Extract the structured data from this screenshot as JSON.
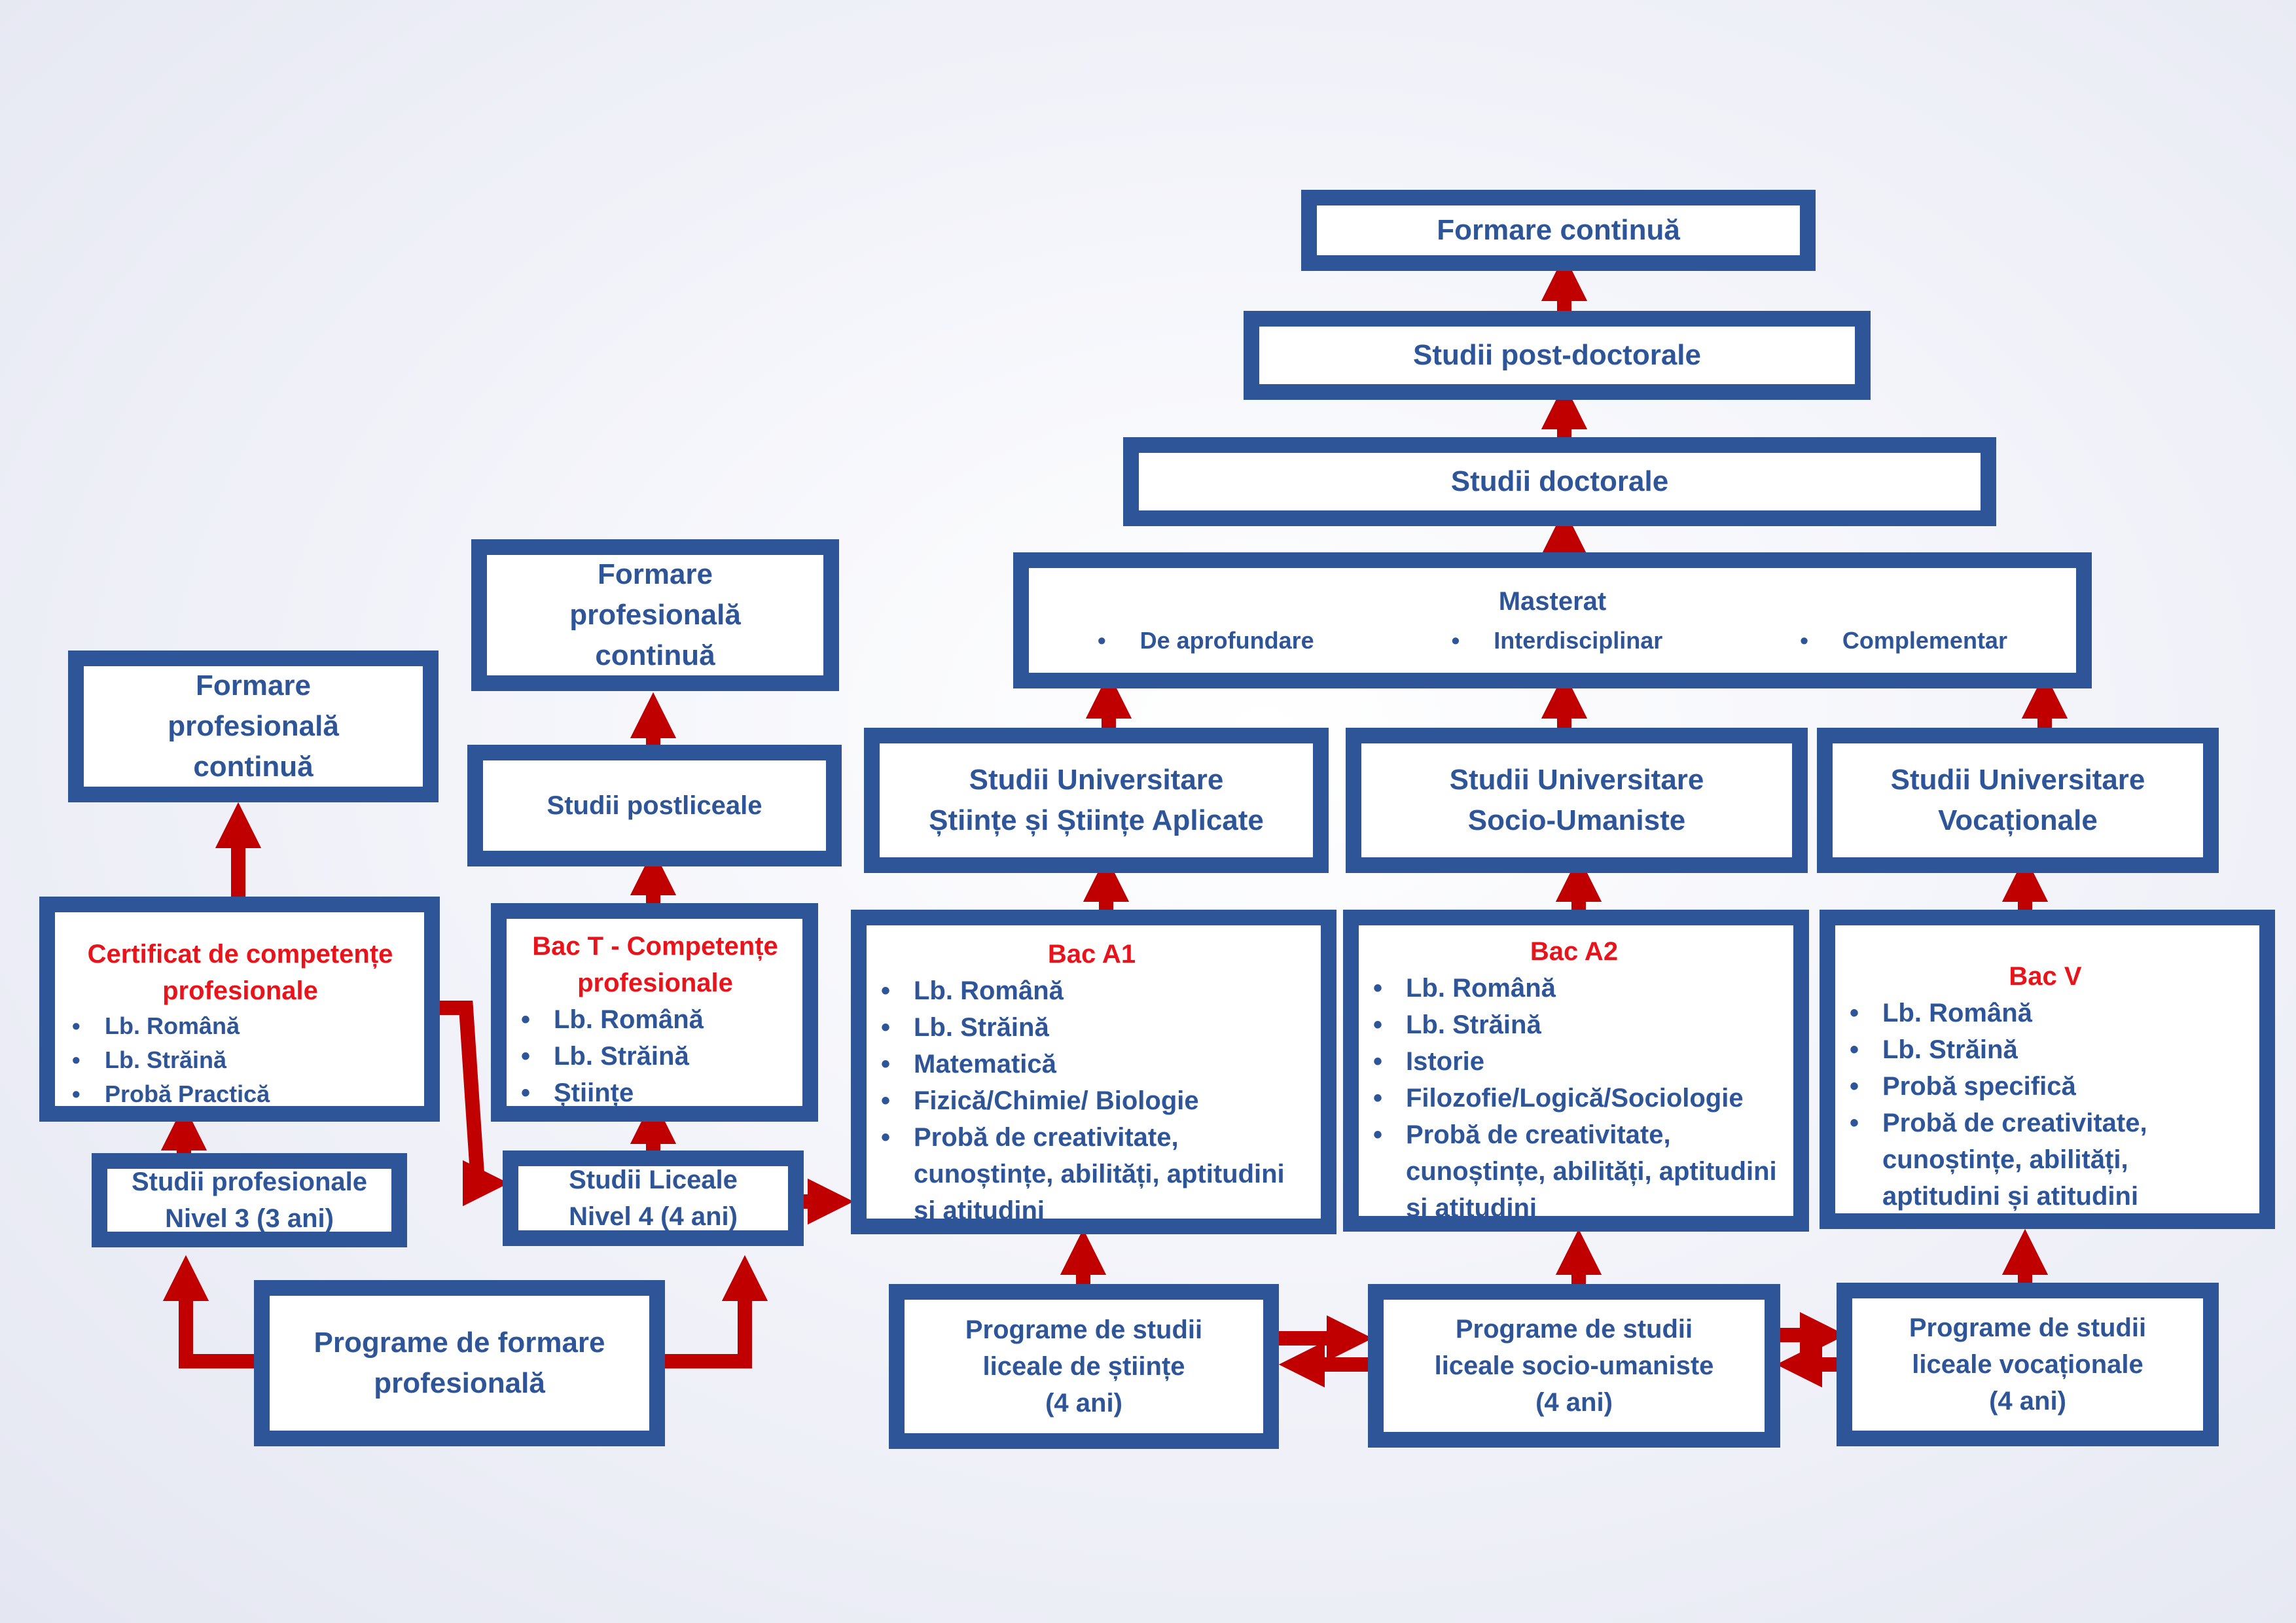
{
  "colors": {
    "box_border": "#2e5597",
    "text": "#2e5597",
    "accent_red": "#e8141b",
    "arrow": "#c00000"
  },
  "top": {
    "formare_continua": "Formare continuă",
    "post_doctorale": "Studii post-doctorale",
    "doctorale": "Studii doctorale",
    "masterat": {
      "title": "Masterat",
      "items": [
        "De aprofundare",
        "Interdisciplinar",
        "Complementar"
      ]
    }
  },
  "universitare": {
    "stiinte": [
      "Studii Universitare",
      "Științe și Științe Aplicate"
    ],
    "socio": [
      "Studii Universitare",
      "Socio-Umaniste"
    ],
    "vocationale": [
      "Studii Universitare",
      "Vocaționale"
    ]
  },
  "bac": {
    "a1": {
      "title": "Bac A1",
      "items": [
        "Lb. Română",
        "Lb. Străină",
        "Matematică",
        "Fizică/Chimie/ Biologie",
        "Probă de creativitate, cunoștințe, abilități, aptitudini și atitudini"
      ]
    },
    "a2": {
      "title": "Bac A2",
      "items": [
        "Lb. Română",
        "Lb. Străină",
        "Istorie",
        "Filozofie/Logică/Sociologie",
        "Probă de creativitate, cunoștințe, abilități, aptitudini și atitudini"
      ]
    },
    "v": {
      "title": "Bac V",
      "items": [
        "Lb. Română",
        "Lb. Străină",
        "Probă specifică",
        "Probă de creativitate, cunoștințe, abilități, aptitudini și atitudini"
      ]
    }
  },
  "programe": {
    "stiinte": [
      "Programe de studii",
      "liceale de științe",
      "(4 ani)"
    ],
    "socio": [
      "Programe de studii",
      "liceale socio-umaniste",
      "(4 ani)"
    ],
    "vocationale": [
      "Programe de studii",
      "liceale vocaționale",
      "(4 ani)"
    ]
  },
  "left": {
    "formare_prof_1": [
      "Formare",
      "profesională",
      "continuă"
    ],
    "formare_prof_2": [
      "Formare",
      "profesională",
      "continuă"
    ],
    "postliceale": "Studii postliceale",
    "certificat": {
      "title": [
        "Certificat de competențe",
        "profesionale"
      ],
      "items": [
        "Lb. Română",
        "Lb. Străină",
        "Probă Practică"
      ]
    },
    "bac_t": {
      "title": [
        "Bac T - Competențe",
        "profesionale"
      ],
      "items": [
        "Lb. Română",
        "Lb. Străină",
        "Științe"
      ]
    },
    "studii_profesionale": [
      "Studii profesionale",
      "Nivel 3 (3 ani)"
    ],
    "studii_liceale": [
      "Studii Liceale",
      "Nivel 4 (4 ani)"
    ],
    "programe_formare": [
      "Programe de formare",
      "profesională"
    ]
  }
}
